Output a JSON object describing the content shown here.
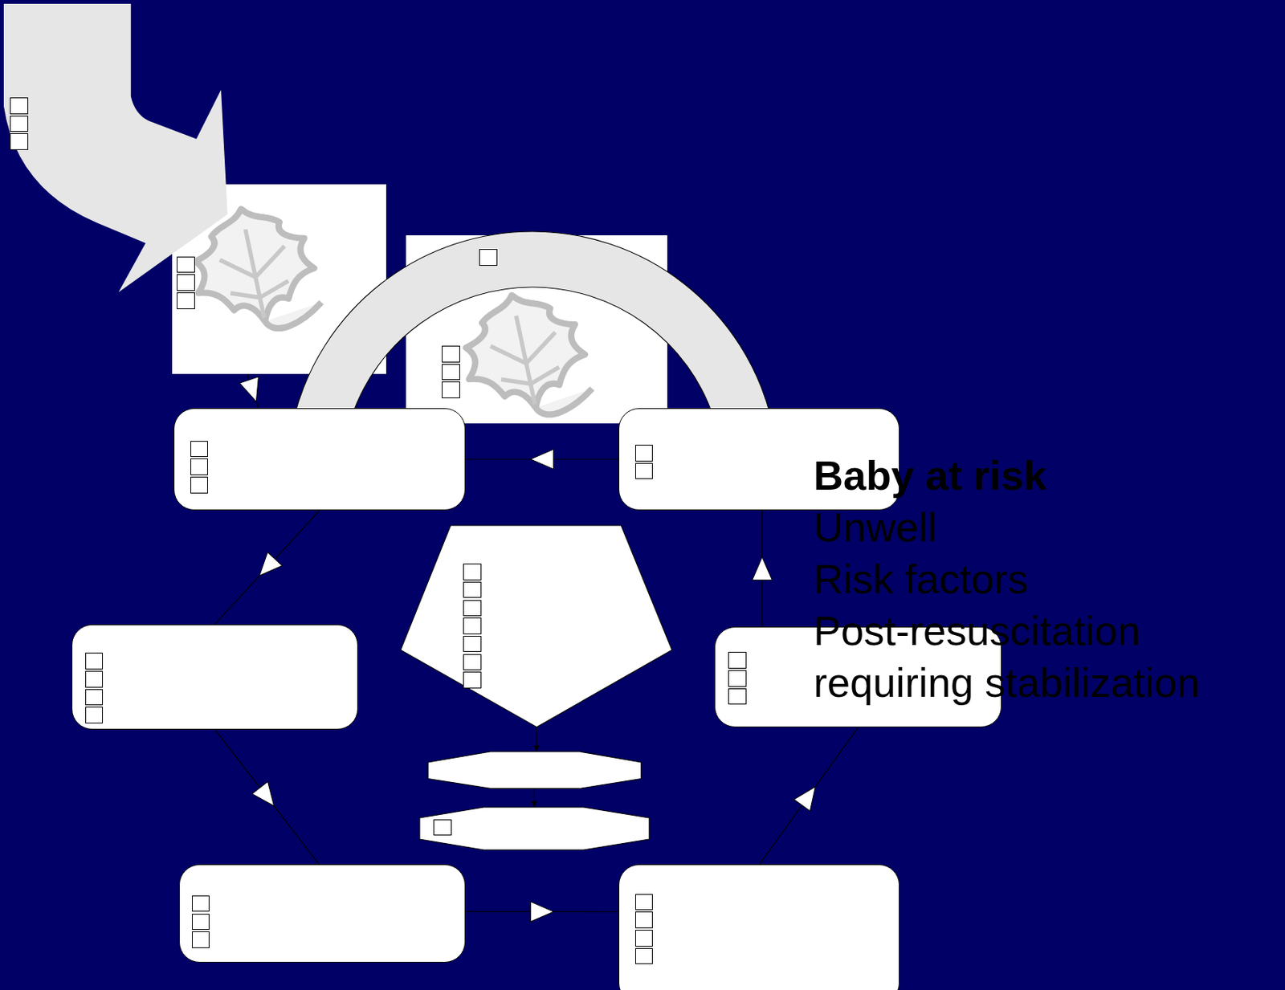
{
  "diagram": {
    "nodes": [
      {
        "text": []
      },
      {
        "text": []
      },
      {
        "text": []
      },
      {
        "text": []
      },
      {
        "text": []
      },
      {
        "text": []
      },
      {
        "text": []
      },
      {
        "text": []
      },
      {
        "text": []
      },
      {
        "text": []
      },
      {
        "text": []
      },
      {
        "text": []
      },
      {
        "text": []
      }
    ],
    "edges": [
      {
        "from": 1,
        "to": 4,
        "arrow": "to"
      },
      {
        "from": 5,
        "to": 4,
        "arrow": "to"
      },
      {
        "from": 4,
        "to": 7,
        "arrow": "to"
      },
      {
        "from": 7,
        "to": 11,
        "arrow": "to"
      },
      {
        "from": 11,
        "to": 12,
        "arrow": "to"
      },
      {
        "from": 12,
        "to": 8,
        "arrow": "to"
      },
      {
        "from": 8,
        "to": 5,
        "arrow": "to"
      },
      {
        "from": 6,
        "to": 9,
        "arrow": "to"
      },
      {
        "from": 9,
        "to": 10,
        "arrow": "to"
      }
    ],
    "labels": [
      "Baby at risk",
      "Unwell",
      "Risk factors",
      "Post-resuscitation requiring stabilization"
    ]
  }
}
